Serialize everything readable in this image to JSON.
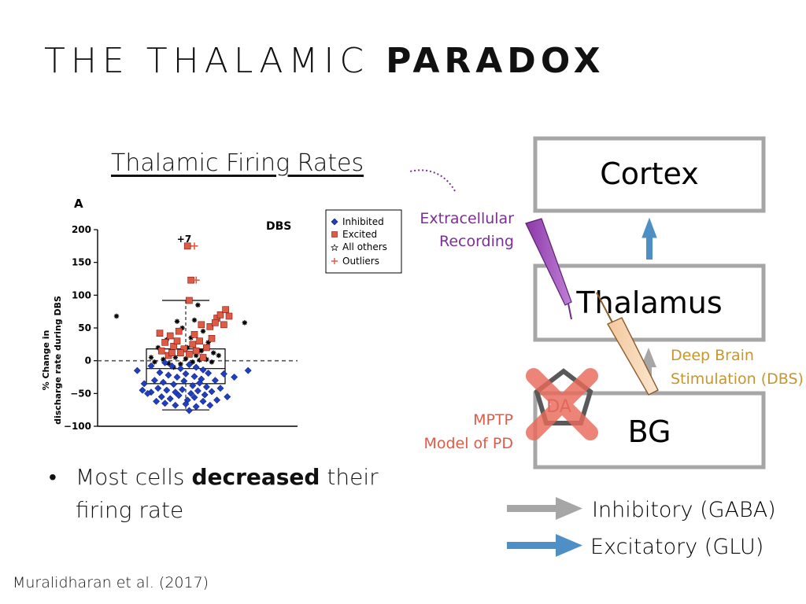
{
  "slide": {
    "title_light": "THE THALAMIC",
    "title_bold": "PARADOX",
    "chart_heading": "Thalamic Firing Rates",
    "bullet_dot": "•",
    "bullet_plain_1": "Most cells",
    "bullet_bold": "decreased",
    "bullet_plain_2": "their firing rate",
    "citation": "Muralidharan et al. (2017)"
  },
  "diagram": {
    "boxes": {
      "cortex": "Cortex",
      "thalamus": "Thalamus",
      "bg": "BG"
    },
    "labels": {
      "recording_1": "Extracellular",
      "recording_2": "Recording",
      "dbs_1": "Deep Brain",
      "dbs_2": "Stimulation (DBS)",
      "mptp_1": "MPTP",
      "mptp_2": "Model of PD",
      "da": "DA"
    },
    "legend": {
      "inhibitory": "Inhibitory (GABA)",
      "excitatory": "Excitatory (GLU)"
    },
    "colors": {
      "box": "#a6a6a6",
      "inhibitory": "#a6a6a6",
      "excitatory": "#4e8fc6",
      "recording": "#7b2f96",
      "dbs": "#c6962f",
      "mptp": "#e05a44"
    }
  },
  "chart_data": {
    "type": "scatter",
    "panel_label": "A",
    "condition": "DBS",
    "ylabel_1": "% Change in",
    "ylabel_2": "discharge rate during DBS",
    "ylim": [
      -100,
      200
    ],
    "yticks": [
      "200",
      "150",
      "100",
      "50",
      "0",
      "−50",
      "−100"
    ],
    "ytick_values": [
      200,
      150,
      100,
      50,
      0,
      -50,
      -100
    ],
    "annotation": "+7",
    "legend": [
      "Inhibited",
      "Excited",
      "All others",
      "Outliers"
    ],
    "box": {
      "median": -12,
      "q1": -35,
      "q3": 18,
      "whisker_low": -75,
      "whisker_high": 92
    },
    "series": [
      {
        "name": "Inhibited",
        "marker": "diamond",
        "color": "#1f3fbf",
        "points": [
          [
            -0.12,
            -3
          ],
          [
            -0.08,
            -8
          ],
          [
            -0.03,
            -12
          ],
          [
            0.02,
            -6
          ],
          [
            0.06,
            -10
          ],
          [
            0.1,
            -14
          ],
          [
            -0.15,
            -18
          ],
          [
            -0.1,
            -22
          ],
          [
            -0.05,
            -25
          ],
          [
            0.0,
            -20
          ],
          [
            0.05,
            -24
          ],
          [
            0.09,
            -28
          ],
          [
            0.13,
            -19
          ],
          [
            -0.18,
            -30
          ],
          [
            -0.13,
            -33
          ],
          [
            -0.07,
            -36
          ],
          [
            -0.01,
            -31
          ],
          [
            0.04,
            -38
          ],
          [
            0.08,
            -34
          ],
          [
            0.12,
            -40
          ],
          [
            -0.16,
            -42
          ],
          [
            -0.11,
            -45
          ],
          [
            -0.06,
            -48
          ],
          [
            -0.02,
            -44
          ],
          [
            0.03,
            -50
          ],
          [
            0.07,
            -46
          ],
          [
            0.11,
            -52
          ],
          [
            0.15,
            -47
          ],
          [
            -0.2,
            -48
          ],
          [
            -0.14,
            -55
          ],
          [
            -0.09,
            -58
          ],
          [
            -0.04,
            -53
          ],
          [
            0.01,
            -60
          ],
          [
            0.05,
            -56
          ],
          [
            0.1,
            -62
          ],
          [
            -0.12,
            -65
          ],
          [
            -0.06,
            -68
          ],
          [
            0.0,
            -66
          ],
          [
            0.06,
            -70
          ],
          [
            0.02,
            -76
          ],
          [
            -0.25,
            -45
          ],
          [
            -0.22,
            -50
          ],
          [
            0.2,
            -42
          ],
          [
            0.24,
            -55
          ],
          [
            0.18,
            -60
          ],
          [
            -0.28,
            -15
          ],
          [
            0.36,
            -15
          ],
          [
            -0.2,
            -8
          ],
          [
            0.17,
            -30
          ],
          [
            -0.24,
            -35
          ],
          [
            0.28,
            -25
          ],
          [
            -0.17,
            -62
          ],
          [
            0.14,
            -68
          ],
          [
            0.22,
            -20
          ]
        ]
      },
      {
        "name": "Excited",
        "marker": "square",
        "color": "#e05a44",
        "points": [
          [
            0.01,
            175
          ],
          [
            0.03,
            123
          ],
          [
            0.02,
            92
          ],
          [
            -0.15,
            42
          ],
          [
            -0.09,
            38
          ],
          [
            -0.04,
            45
          ],
          [
            0.05,
            40
          ],
          [
            0.09,
            55
          ],
          [
            0.14,
            52
          ],
          [
            0.18,
            65
          ],
          [
            0.2,
            70
          ],
          [
            0.23,
            78
          ],
          [
            0.25,
            68
          ],
          [
            0.17,
            58
          ],
          [
            -0.12,
            28
          ],
          [
            -0.07,
            22
          ],
          [
            -0.01,
            18
          ],
          [
            0.04,
            25
          ],
          [
            0.08,
            30
          ],
          [
            0.12,
            20
          ],
          [
            -0.14,
            15
          ],
          [
            -0.03,
            12
          ],
          [
            0.06,
            15
          ],
          [
            0.02,
            10
          ],
          [
            -0.1,
            8
          ],
          [
            0.1,
            5
          ],
          [
            0.22,
            55
          ],
          [
            -0.05,
            30
          ],
          [
            0.15,
            34
          ],
          [
            -0.08,
            12
          ]
        ]
      },
      {
        "name": "All others",
        "marker": "star",
        "color": "#000000",
        "points": [
          [
            -0.4,
            68
          ],
          [
            0.34,
            58
          ],
          [
            0.07,
            85
          ],
          [
            0.05,
            62
          ],
          [
            -0.02,
            50
          ],
          [
            0.1,
            45
          ],
          [
            -0.11,
            32
          ],
          [
            0.03,
            35
          ],
          [
            -0.06,
            5
          ],
          [
            0.0,
            3
          ],
          [
            0.04,
            -2
          ],
          [
            0.08,
            1
          ],
          [
            -0.13,
            2
          ],
          [
            -0.1,
            -4
          ],
          [
            0.12,
            2
          ],
          [
            0.15,
            -2
          ],
          [
            0.19,
            8
          ],
          [
            -0.18,
            -2
          ],
          [
            -0.03,
            -5
          ],
          [
            -0.07,
            -10
          ],
          [
            0.06,
            8
          ],
          [
            0.01,
            20
          ],
          [
            -0.16,
            20
          ],
          [
            0.13,
            28
          ],
          [
            0.16,
            12
          ],
          [
            -0.05,
            60
          ],
          [
            0.09,
            15
          ],
          [
            -0.2,
            5
          ]
        ]
      },
      {
        "name": "Outliers",
        "marker": "plus",
        "color": "#e05a44",
        "points": [
          [
            0.05,
            175
          ],
          [
            0.06,
            123
          ]
        ]
      }
    ]
  }
}
